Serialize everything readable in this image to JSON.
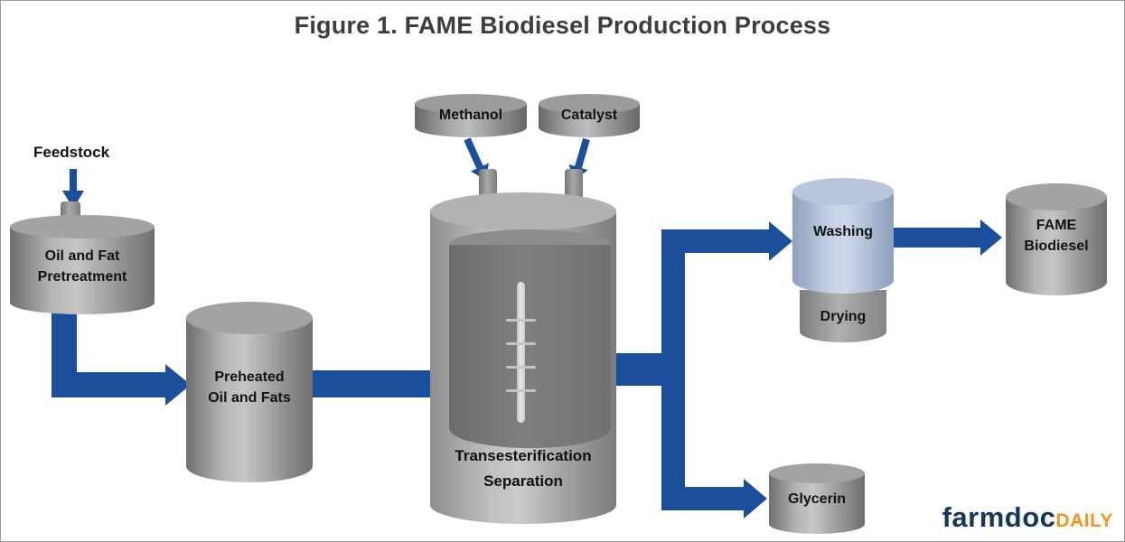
{
  "title": "Figure 1. FAME Biodiesel Production Process",
  "nodes": {
    "feedstock": {
      "label": "Feedstock"
    },
    "pretreatment": {
      "line1": "Oil and Fat",
      "line2": "Pretreatment"
    },
    "preheated": {
      "line1": "Preheated",
      "line2": "Oil and Fats"
    },
    "methanol": {
      "label": "Methanol"
    },
    "catalyst": {
      "label": "Catalyst"
    },
    "reactor": {
      "line1": "Transesterification",
      "line2": "Separation"
    },
    "washing": {
      "label": "Washing"
    },
    "drying": {
      "label": "Drying"
    },
    "glycerin": {
      "label": "Glycerin"
    },
    "fame_biodiesel": {
      "line1": "FAME",
      "line2": "Biodiesel"
    }
  },
  "edges": [
    {
      "from": "feedstock",
      "to": "pretreatment"
    },
    {
      "from": "pretreatment",
      "to": "preheated"
    },
    {
      "from": "preheated",
      "to": "reactor"
    },
    {
      "from": "methanol",
      "to": "reactor"
    },
    {
      "from": "catalyst",
      "to": "reactor"
    },
    {
      "from": "reactor",
      "to": "washing"
    },
    {
      "from": "reactor",
      "to": "glycerin"
    },
    {
      "from": "washing",
      "to": "fame_biodiesel"
    }
  ],
  "branding": {
    "name": "farmdoc",
    "suffix": "DAILY"
  },
  "colors": {
    "arrow_blue": "#1b4f9c",
    "cylinder_gray": "#a6a6a6",
    "washing_blue": "#bcc8de",
    "brand_navy": "#17365d",
    "brand_orange": "#f7941e"
  }
}
